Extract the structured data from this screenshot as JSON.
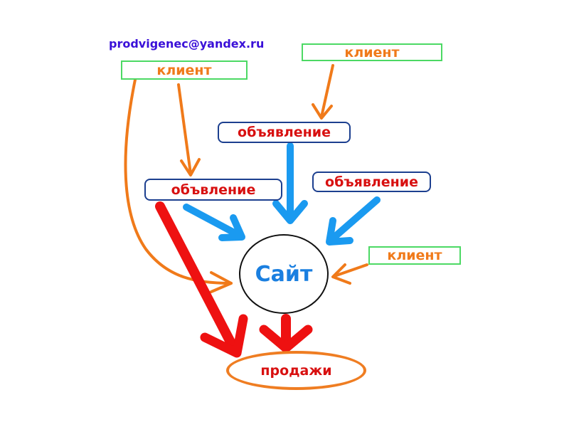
{
  "email": "prodvigenec@yandex.ru",
  "nodes": {
    "client_1": "клиент",
    "client_2": "клиент",
    "client_3": "клиент",
    "ad_1": "объявление",
    "ad_2": "объвление",
    "ad_3": "объявление",
    "site": "Сайт",
    "sales": "продажи"
  },
  "colors": {
    "client_border": "#4cd964",
    "client_text": "#f07a1a",
    "ad_border": "#1c3f8f",
    "ad_text": "#d81010",
    "site_text": "#1a7fe0",
    "email_text": "#3a10d8",
    "orange_arrow": "#f07a1a",
    "blue_arrow": "#1a9af0",
    "red_arrow": "#ee1111"
  }
}
